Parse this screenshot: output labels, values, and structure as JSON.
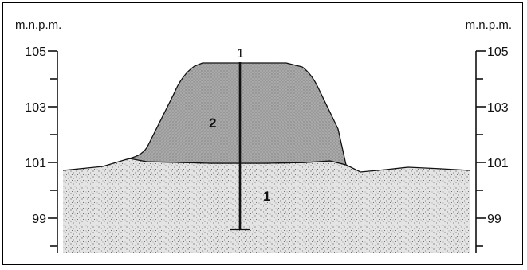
{
  "axis": {
    "unit_left": "m.n.p.m.",
    "unit_right": "m.n.p.m.",
    "major_ticks": [
      {
        "value": 105,
        "label": "105"
      },
      {
        "value": 103,
        "label": "103"
      },
      {
        "value": 101,
        "label": "101"
      },
      {
        "value": 99,
        "label": "99"
      }
    ],
    "minor_ticks": [
      104,
      102,
      100,
      98
    ]
  },
  "labels": {
    "borehole_top": "1",
    "fill_layer": "2",
    "natural_ground": "1"
  },
  "colors": {
    "line": "#111111",
    "fill_layer": "#b4b4b4",
    "ground": "#e2e2e2"
  }
}
